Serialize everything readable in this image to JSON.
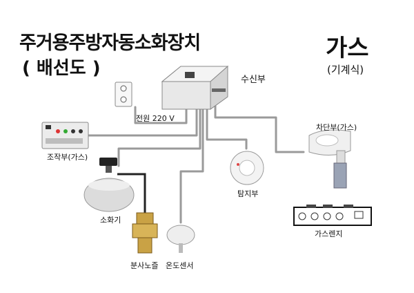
{
  "title": {
    "main": "주거용주방자동소화장치",
    "sub": "( 배선도 )"
  },
  "type_badge": {
    "main": "가스",
    "sub": "(기계식)"
  },
  "components": {
    "receiver": "수신부",
    "power": "전원 220 V",
    "control_panel": "조작부(가스)",
    "shutoff": "차단부(가스)",
    "detector": "탐지부",
    "extinguisher": "소화기",
    "gas_range": "가스렌지",
    "nozzle": "분사노즐",
    "temp_sensor": "온도센서"
  },
  "colors": {
    "wire": "#9a9a9a",
    "device_body": "#e9e9e9",
    "accent_dark": "#222222"
  }
}
